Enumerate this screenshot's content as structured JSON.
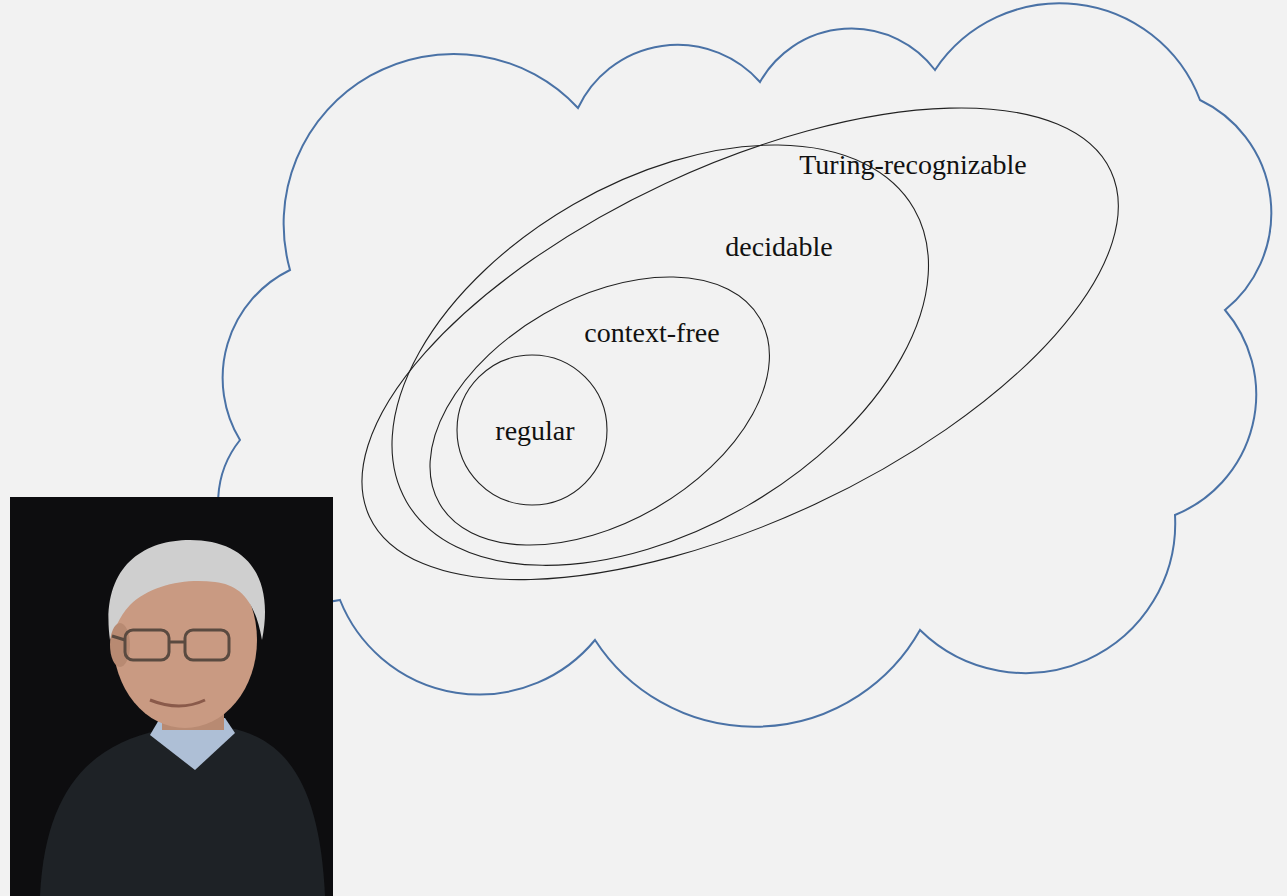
{
  "diagram": {
    "nodes": [
      {
        "text": [
          "Turing-recognizable"
        ]
      },
      {
        "text": [
          "decidable"
        ],
        "in": 0
      },
      {
        "text": [
          "context-free"
        ],
        "in": 1
      },
      {
        "text": [
          "regular"
        ],
        "in": 2
      }
    ]
  }
}
